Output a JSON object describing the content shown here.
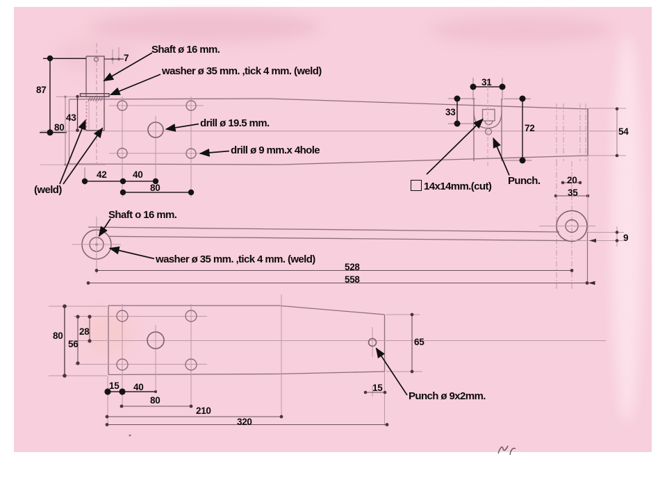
{
  "document_type": "scanned engineering drawing (lever arm plate, 3 views)",
  "colors": {
    "paper": "#f8cfdc",
    "page_background": "#ffffff",
    "scan_line": "#8e6e7c",
    "annotation": "#0b0b0b"
  },
  "views": {
    "top": {
      "callouts": {
        "shaft": "Shaft ø 16 mm.",
        "washer": "washer ø 35 mm. ,tick 4 mm. (weld)",
        "drill_large": "drill ø 19.5 mm.",
        "drill_small": "drill ø 9 mm.x 4hole",
        "weld": "(weld)",
        "cut": "14x14mm.(cut)",
        "punch": "Punch."
      },
      "dims": {
        "d7": "7",
        "d87": "87",
        "d43": "43",
        "d80_left": "80",
        "d42": "42",
        "d40": "40",
        "d80_holes": "80",
        "d31": "31",
        "d33": "33",
        "d72": "72",
        "d54": "54",
        "d20": "20",
        "d35": "35"
      }
    },
    "side": {
      "callouts": {
        "shaft": "Shaft o 16 mm.",
        "washer": "washer ø 35 mm. ,tick 4 mm. (weld)"
      },
      "dims": {
        "d528": "528",
        "d558": "558",
        "d9": "9"
      }
    },
    "bottom": {
      "callouts": {
        "punch": "Punch ø 9x2mm."
      },
      "dims": {
        "d80": "80",
        "d56": "56",
        "d28": "28",
        "d15_left": "15",
        "d40": "40",
        "d80_holes": "80",
        "d210": "210",
        "d320": "320",
        "d15_right": "15",
        "d65": "65"
      }
    }
  }
}
